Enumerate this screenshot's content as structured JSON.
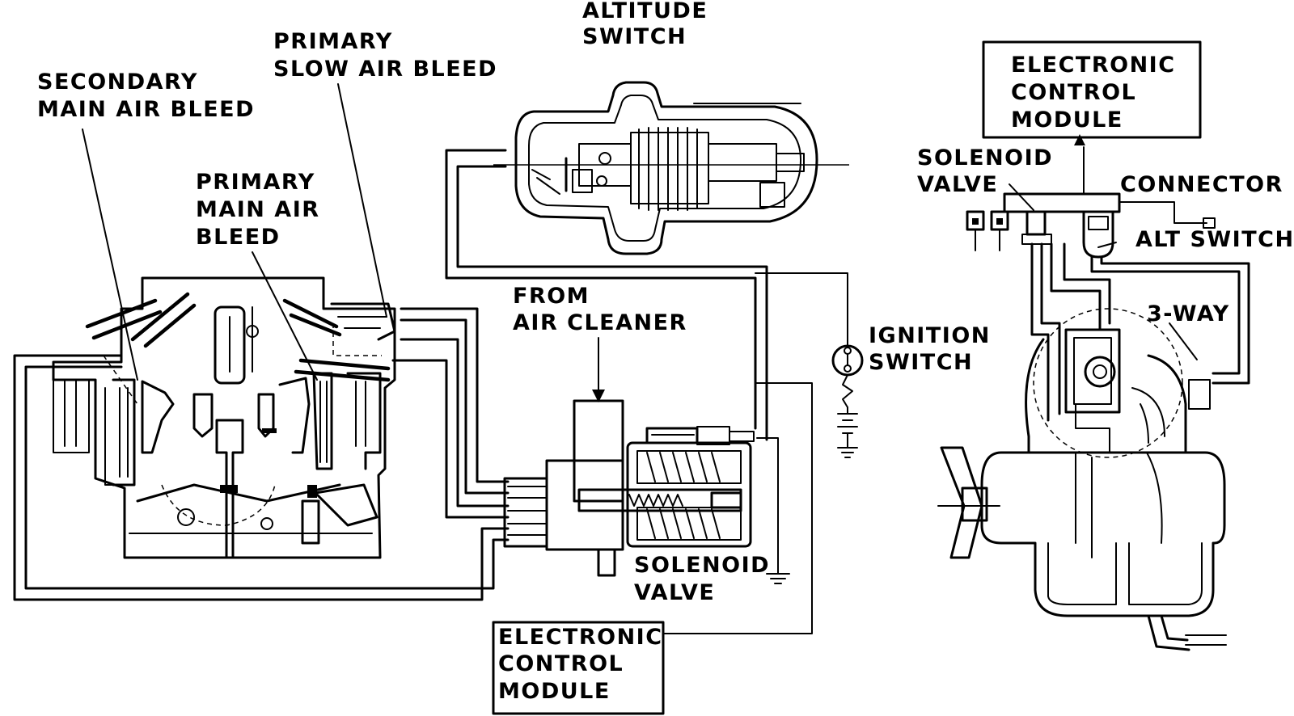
{
  "labels": {
    "altitude_switch": [
      "ALTITUDE",
      "SWITCH"
    ],
    "primary_slow_air_bleed": [
      "PRIMARY",
      "SLOW AIR BLEED"
    ],
    "secondary_main_air_bleed": [
      "SECONDARY",
      "MAIN AIR BLEED"
    ],
    "primary_main_air_bleed": [
      "PRIMARY",
      "MAIN AIR",
      "BLEED"
    ],
    "from_air_cleaner": [
      "FROM",
      "AIR CLEANER"
    ],
    "ignition_switch": [
      "IGNITION",
      "SWITCH"
    ],
    "solenoid_valve_bottom": [
      "SOLENOID",
      "VALVE"
    ],
    "ecm_bottom": [
      "ELECTRONIC",
      "CONTROL",
      "MODULE"
    ],
    "ecm_top_right": [
      "ELECTRONIC",
      "CONTROL",
      "MODULE"
    ],
    "solenoid_valve_right": [
      "SOLENOID",
      "VALVE"
    ],
    "connector": "CONNECTOR",
    "alt_switch": "ALT SWITCH",
    "three_way": "3-WAY"
  }
}
